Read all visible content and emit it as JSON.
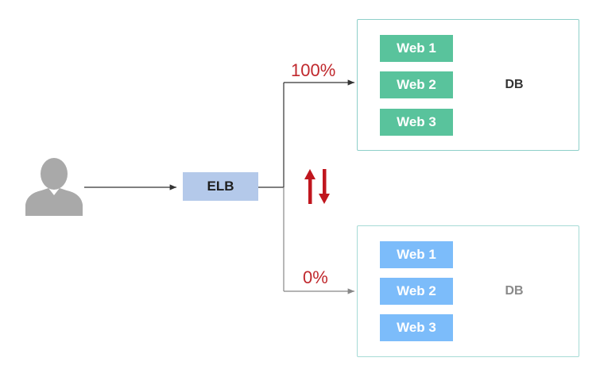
{
  "diagram": {
    "load_balancer": {
      "label": "ELB"
    },
    "active_cluster": {
      "traffic": "100%",
      "servers": [
        "Web 1",
        "Web 2",
        "Web 3"
      ],
      "database": "DB",
      "server_color": "#59c39c",
      "db_color": "#d6eef3"
    },
    "standby_cluster": {
      "traffic": "0%",
      "servers": [
        "Web 1",
        "Web 2",
        "Web 3"
      ],
      "database": "DB",
      "server_color": "#7cbcfa",
      "db_color": "#e3f0fc"
    },
    "colors": {
      "traffic_label": "#c0282d",
      "switch_arrows": "#c0161e",
      "user_icon": "#a9a9a9",
      "cluster_border": "#8ecfc9",
      "elb_fill": "#b4c9ea"
    },
    "icons": {
      "user": "user-icon",
      "switch": "switch-arrows-icon",
      "database": "database-cylinder-icon"
    }
  }
}
